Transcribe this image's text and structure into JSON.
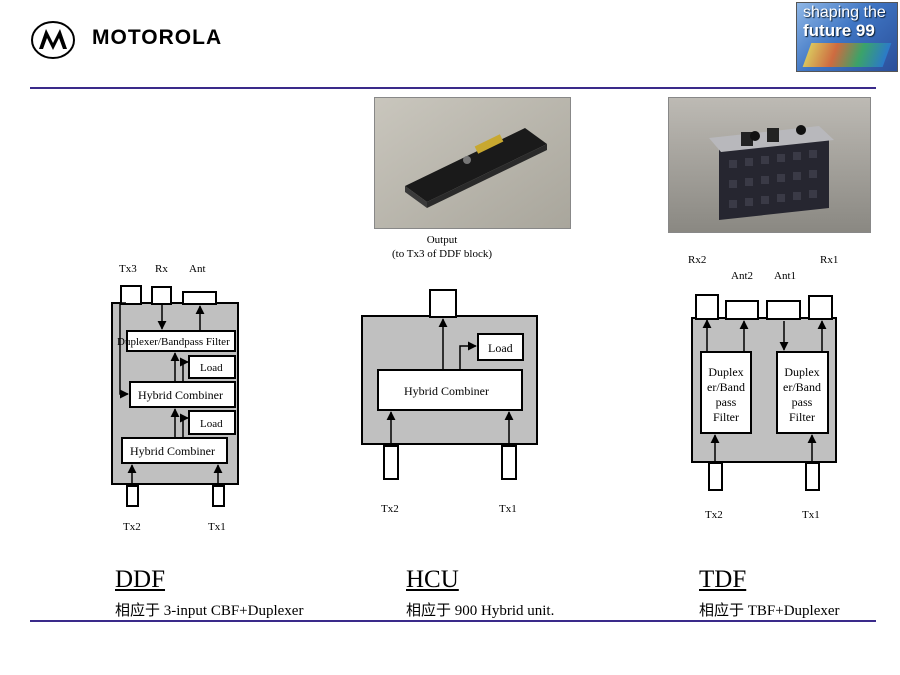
{
  "header": {
    "brand": "MOTOROLA",
    "badge_line1": "shaping the",
    "badge_line2": "future 99"
  },
  "ddf": {
    "title": "DDF",
    "subtitle": "相应于 3-input CBF+Duplexer",
    "labels": {
      "tx3": "Tx3",
      "rx": "Rx",
      "ant": "Ant",
      "duplexer": "Duplexer/Bandpass Filter",
      "load1": "Load",
      "hybrid1": "Hybrid Combiner",
      "load2": "Load",
      "hybrid2": "Hybrid Combiner",
      "tx2": "Tx2",
      "tx1": "Tx1"
    }
  },
  "hcu": {
    "title": "HCU",
    "subtitle": "相应于 900 Hybrid unit.",
    "labels": {
      "output": "Output",
      "output_note": "(to Tx3 of DDF block)",
      "load": "Load",
      "hybrid": "Hybrid Combiner",
      "tx2": "Tx2",
      "tx1": "Tx1"
    }
  },
  "tdf": {
    "title": "TDF",
    "subtitle": "相应于 TBF+Duplexer",
    "labels": {
      "rx2": "Rx2",
      "rx1": "Rx1",
      "ant2": "Ant2",
      "ant1": "Ant1",
      "filter_left": [
        "Duplex",
        "er/Band",
        "pass",
        "Filter"
      ],
      "filter_right": [
        "Duplex",
        "er/Band",
        "pass",
        "Filter"
      ],
      "tx2": "Tx2",
      "tx1": "Tx1"
    }
  },
  "colors": {
    "body_fill": "#c0c0c0",
    "rule": "#3a2a8a"
  }
}
